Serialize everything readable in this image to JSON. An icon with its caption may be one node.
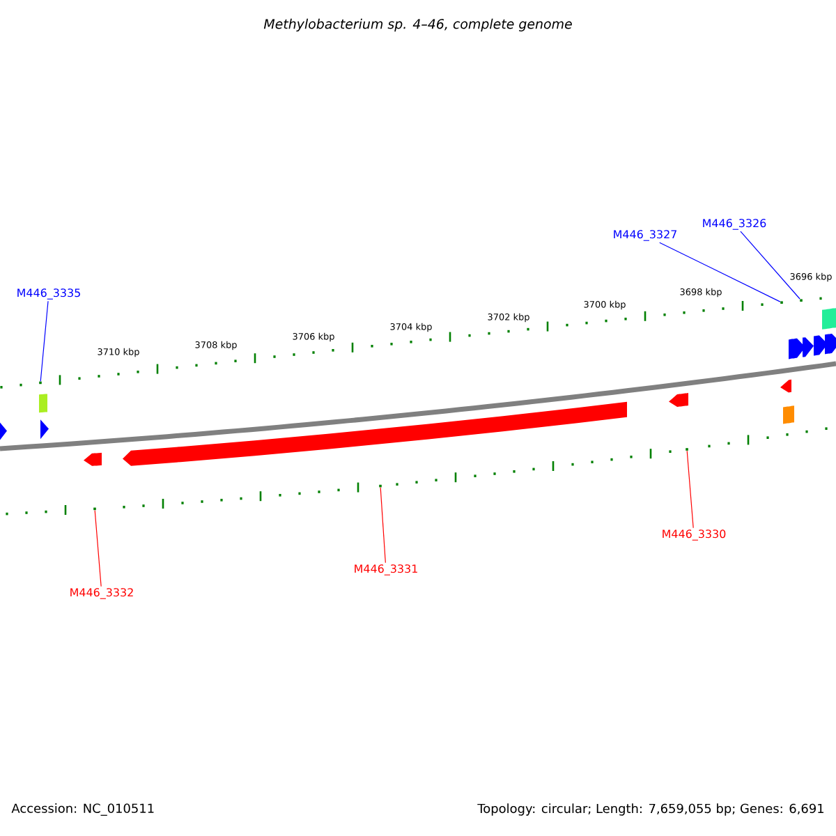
{
  "diagram": {
    "title": "Methylobacterium sp. 4–46, complete genome",
    "nodes": [
      {
        "text": [
          "M446_3335"
        ]
      },
      {
        "text": [
          "M446_3327"
        ]
      },
      {
        "text": [
          "M446_3326"
        ]
      },
      {
        "text": [
          "M446_3332"
        ]
      },
      {
        "text": [
          "M446_3331"
        ]
      },
      {
        "text": [
          "M446_3330"
        ]
      },
      {
        "text": [],
        "shape": "box"
      },
      {
        "text": [],
        "shape": "box"
      },
      {
        "text": [],
        "shape": "box"
      },
      {
        "text": [],
        "shape": "box"
      },
      {
        "text": [],
        "shape": "box"
      },
      {
        "text": [],
        "shape": "box"
      }
    ],
    "edges": [
      {
        "from": 0,
        "to": 6,
        "arrow": "none",
        "color": "#0000ff"
      },
      {
        "from": 1,
        "to": 10,
        "arrow": "none",
        "color": "#0000ff"
      },
      {
        "from": 2,
        "to": 11,
        "arrow": "none",
        "color": "#0000ff"
      },
      {
        "from": 3,
        "to": 7,
        "arrow": "none",
        "color": "#ff0000"
      },
      {
        "from": 4,
        "to": 8,
        "arrow": "none",
        "color": "#ff0000"
      },
      {
        "from": 5,
        "to": 9,
        "arrow": "none",
        "color": "#ff0000"
      }
    ],
    "labels": [
      "3710 kbp",
      "3708 kbp",
      "3706 kbp",
      "3704 kbp",
      "3702 kbp",
      "3700 kbp",
      "3698 kbp",
      "3696 kbp",
      "Accession: NC_010511",
      "Topology: circular; Length: 7,659,055 bp; Genes: 6,691"
    ]
  }
}
